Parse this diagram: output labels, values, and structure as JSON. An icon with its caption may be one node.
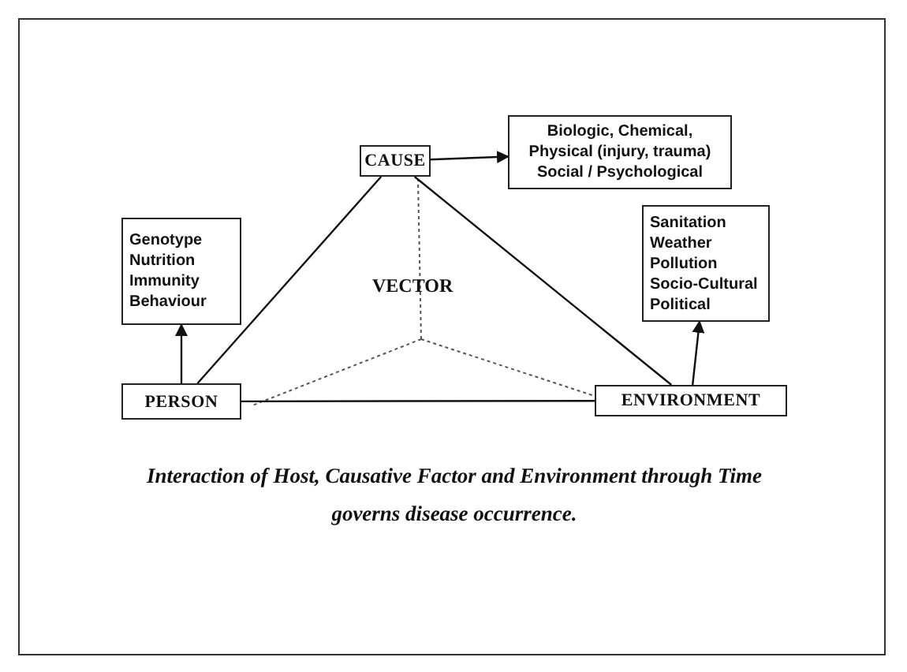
{
  "diagram": {
    "caption": "Interaction of Host, Causative Factor and Environment through Time governs disease occurrence.",
    "nodes": [
      {
        "text": [
          "CAUSE"
        ]
      },
      {
        "text": [
          "Biologic, Chemical, Physical (injury, trauma) Social / Psychological"
        ]
      },
      {
        "text": [
          "Genotype Nutrition Immunity Behaviour"
        ]
      },
      {
        "text": [
          "Sanitation Weather Pollution Socio-Cultural Political"
        ]
      },
      {
        "text": [
          "PERSON"
        ]
      },
      {
        "text": [
          "ENVIRONMENT"
        ]
      }
    ],
    "edges": [
      {
        "from": 0,
        "to": 1,
        "arrow": "to"
      },
      {
        "from": 4,
        "to": 2,
        "arrow": "to"
      },
      {
        "from": 5,
        "to": 3,
        "arrow": "to"
      },
      {
        "from": 0,
        "to": 4,
        "arrow": "none"
      },
      {
        "from": 0,
        "to": 5,
        "arrow": "none"
      },
      {
        "from": 4,
        "to": 5,
        "arrow": "none"
      }
    ],
    "labels": [
      "VECTOR"
    ]
  }
}
